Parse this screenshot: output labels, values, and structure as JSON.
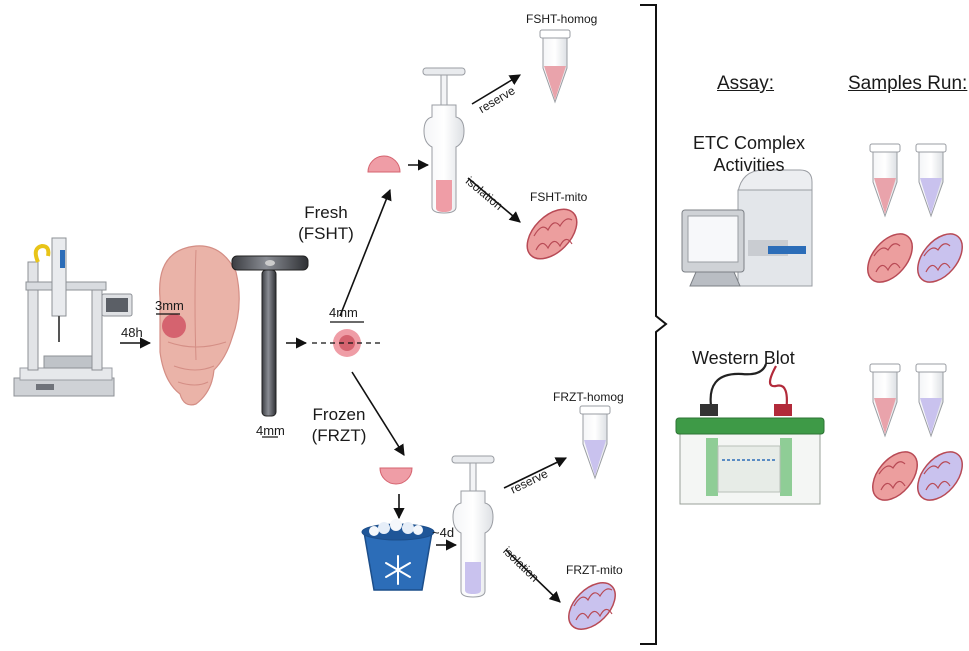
{
  "labels": {
    "time_48h": "48h",
    "punch_3mm": "3mm",
    "tool_4mm": "4mm",
    "slice_4mm": "4mm",
    "fresh_title": "Fresh",
    "fresh_abbr": "(FSHT)",
    "frozen_title": "Frozen",
    "frozen_abbr": "(FRZT)",
    "freeze_time": "~4d",
    "reserve": "reserve",
    "isolation": "isolation"
  },
  "samples": {
    "fsht_homog": "FSHT-homog",
    "fsht_mito": "FSHT-mito",
    "frzt_homog": "FRZT-homog",
    "frzt_mito": "FRZT-mito"
  },
  "headers": {
    "assay": "Assay:",
    "samples_run": "Samples Run:"
  },
  "assays": {
    "etc_line1": "ETC Complex",
    "etc_line2": "Activities",
    "western": "Western Blot"
  },
  "colors": {
    "fresh_pink": "#e9a3ab",
    "frozen_purple": "#c9c2ee",
    "tissue_red": "#d5636f",
    "brain_pink": "#eab3a8",
    "mito_outline": "#b84a55",
    "gel_green": "#3e9a47",
    "ice_blue": "#2c6db8"
  },
  "icons": {
    "stereotaxic": "stereotaxic-frame-icon",
    "brain": "brain-icon",
    "punch": "tissue-punch-tool-icon",
    "homogenizer": "dounce-homogenizer-icon",
    "tube": "microcentrifuge-tube-icon",
    "mitochondrion": "mitochondrion-icon",
    "plate_reader": "plate-reader-icon",
    "gel_box": "western-blot-gel-box-icon",
    "freezer_bucket": "ice-bucket-icon"
  }
}
